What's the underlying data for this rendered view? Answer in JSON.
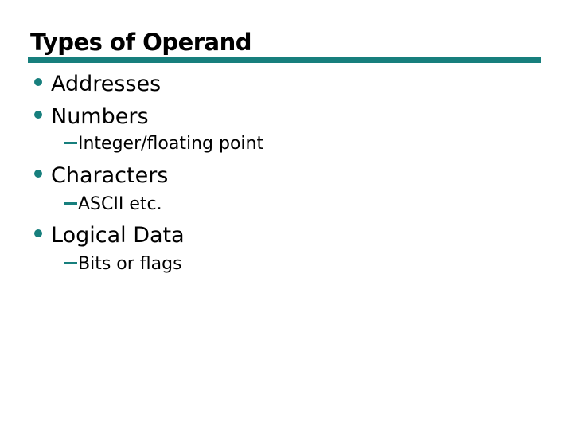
{
  "slide": {
    "title": "Types of Operand",
    "accent_color": "#177f7d",
    "text_color": "#000000",
    "background_color": "#ffffff",
    "bullets": [
      {
        "label": "Addresses",
        "sub": []
      },
      {
        "label": "Numbers",
        "sub": [
          "Integer/floating point"
        ]
      },
      {
        "label": "Characters",
        "sub": [
          "ASCII etc."
        ]
      },
      {
        "label": "Logical Data",
        "sub": [
          "Bits or flags"
        ]
      }
    ]
  }
}
